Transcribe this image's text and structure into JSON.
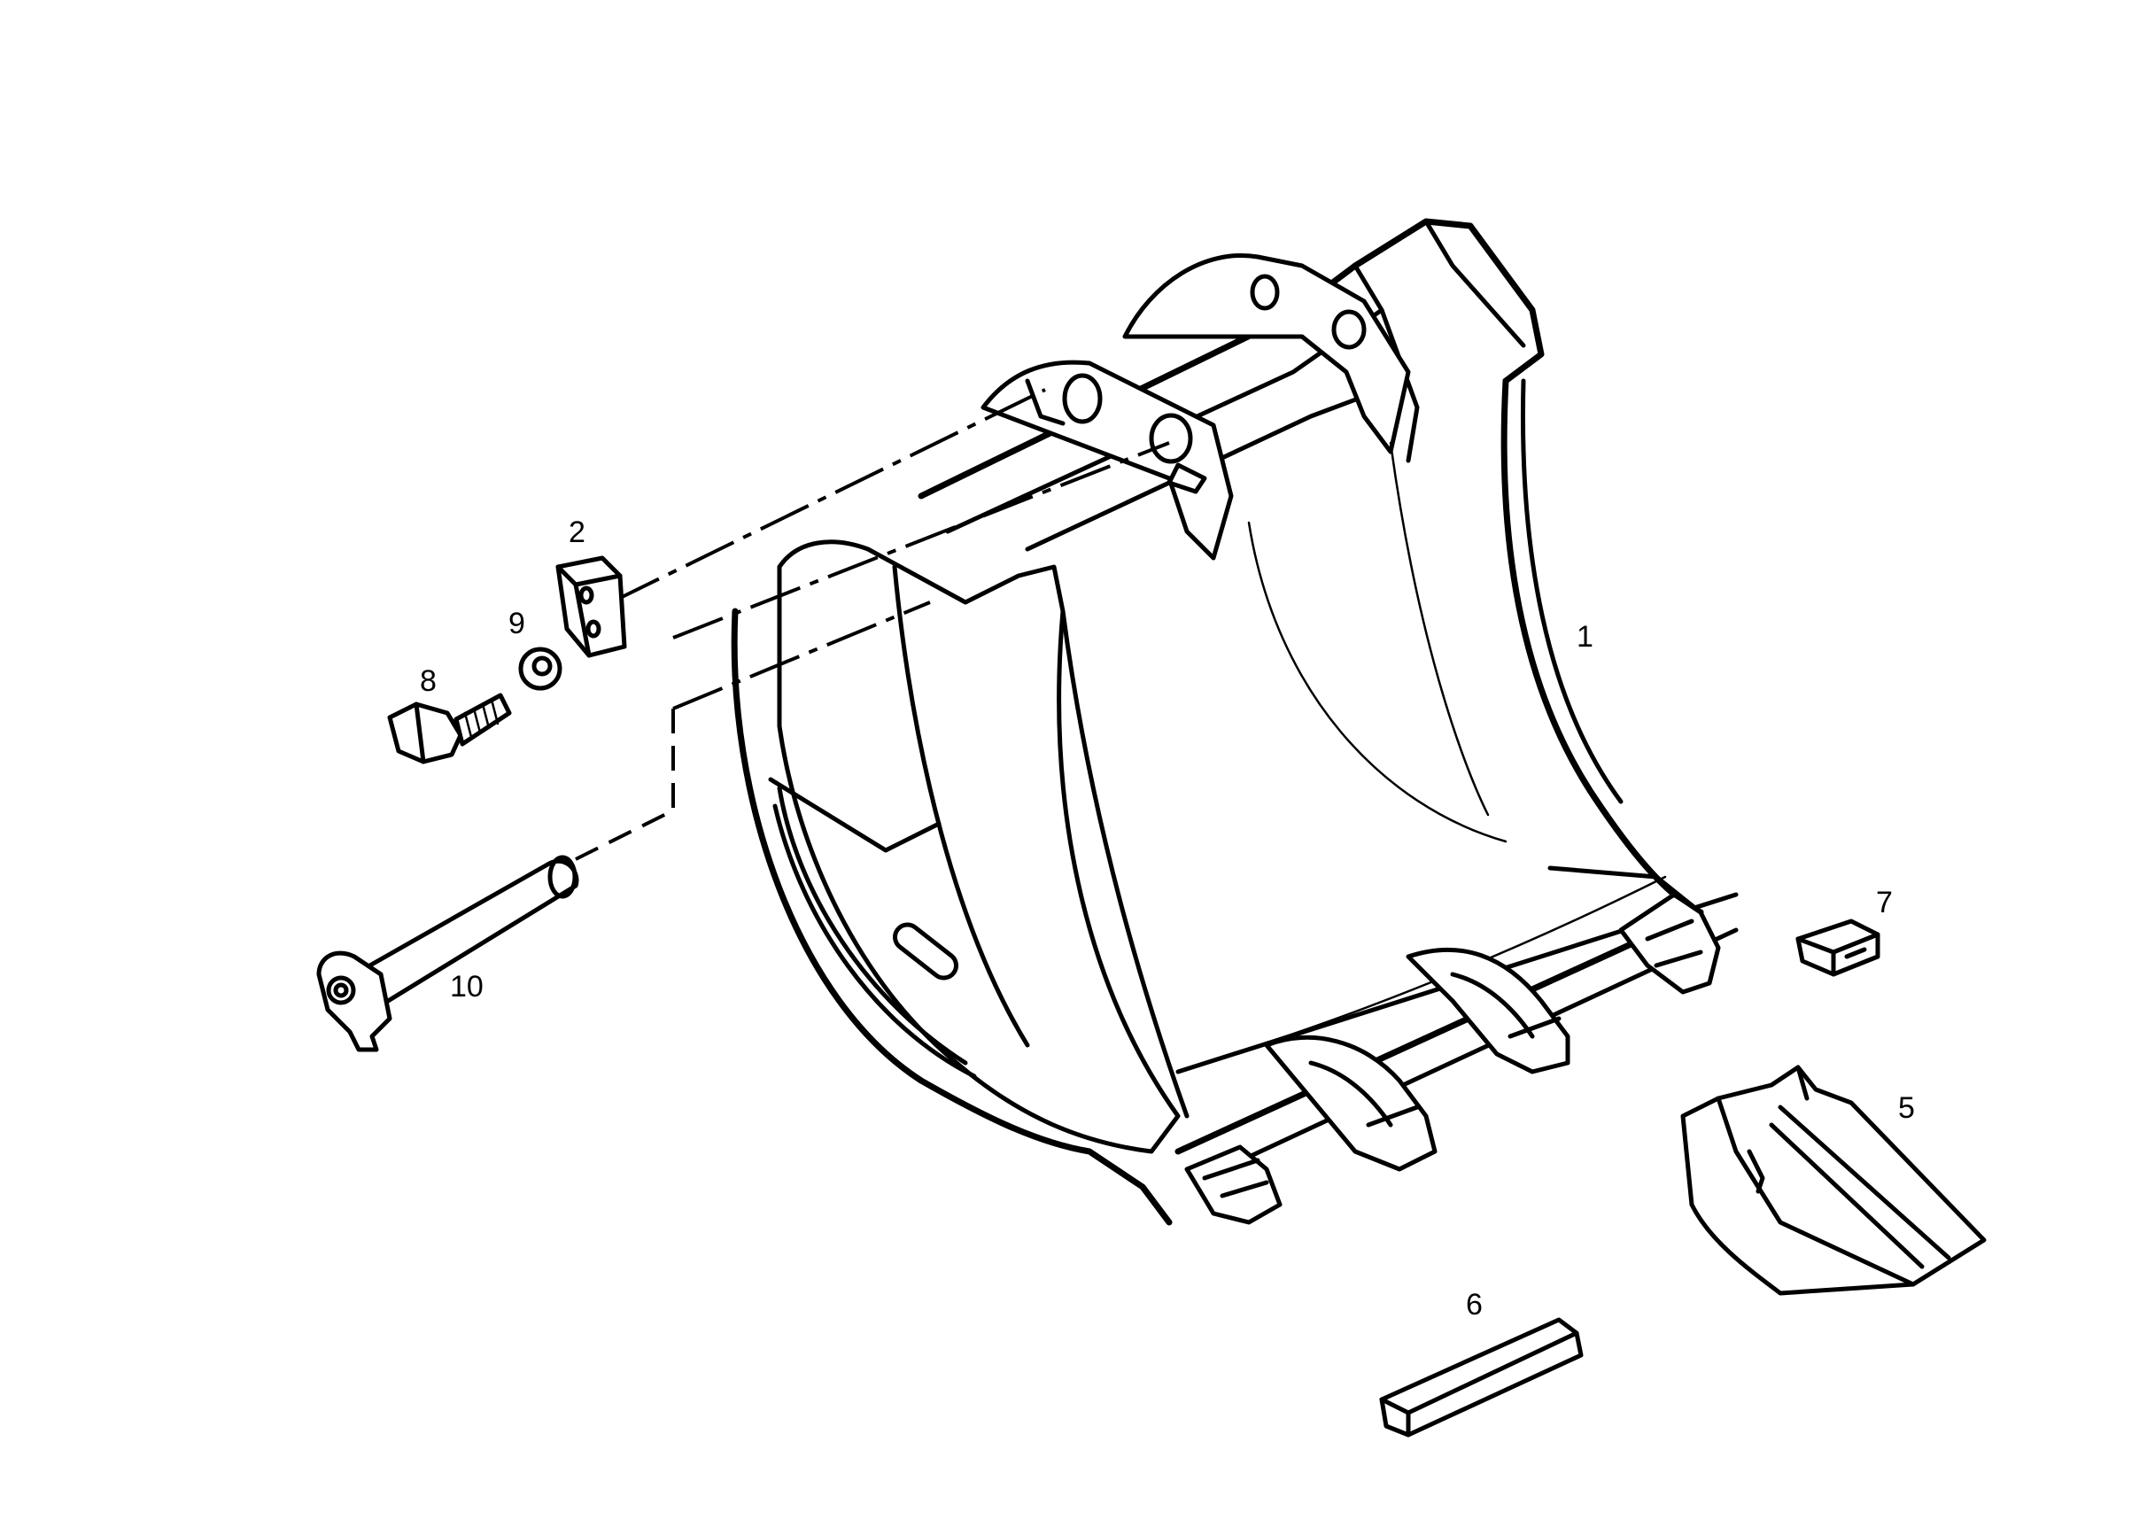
{
  "diagram": {
    "callouts": [
      {
        "id": "callout-1",
        "label": "1"
      },
      {
        "id": "callout-2",
        "label": "2"
      },
      {
        "id": "callout-5",
        "label": "5"
      },
      {
        "id": "callout-6",
        "label": "6"
      },
      {
        "id": "callout-7",
        "label": "7"
      },
      {
        "id": "callout-8",
        "label": "8"
      },
      {
        "id": "callout-9",
        "label": "9"
      },
      {
        "id": "callout-10",
        "label": "10"
      }
    ],
    "line_color": "#000000",
    "background": "#ffffff"
  }
}
